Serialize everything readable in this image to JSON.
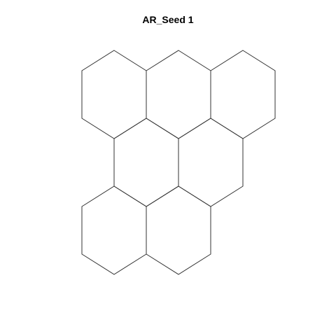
{
  "title": "AR_Seed 1",
  "colors": {
    "stroke": "#333333",
    "background": "#ffffff",
    "title": "#000000"
  },
  "hexagons": [
    {
      "id": "r1-c1",
      "row": 1,
      "col": 1
    },
    {
      "id": "r1-c2",
      "row": 1,
      "col": 2
    },
    {
      "id": "r1-c3",
      "row": 1,
      "col": 3
    },
    {
      "id": "r2-c1",
      "row": 2,
      "col": 1
    },
    {
      "id": "r2-c2",
      "row": 2,
      "col": 2
    },
    {
      "id": "r3-c1",
      "row": 3,
      "col": 1
    },
    {
      "id": "r3-c2",
      "row": 3,
      "col": 2
    }
  ]
}
